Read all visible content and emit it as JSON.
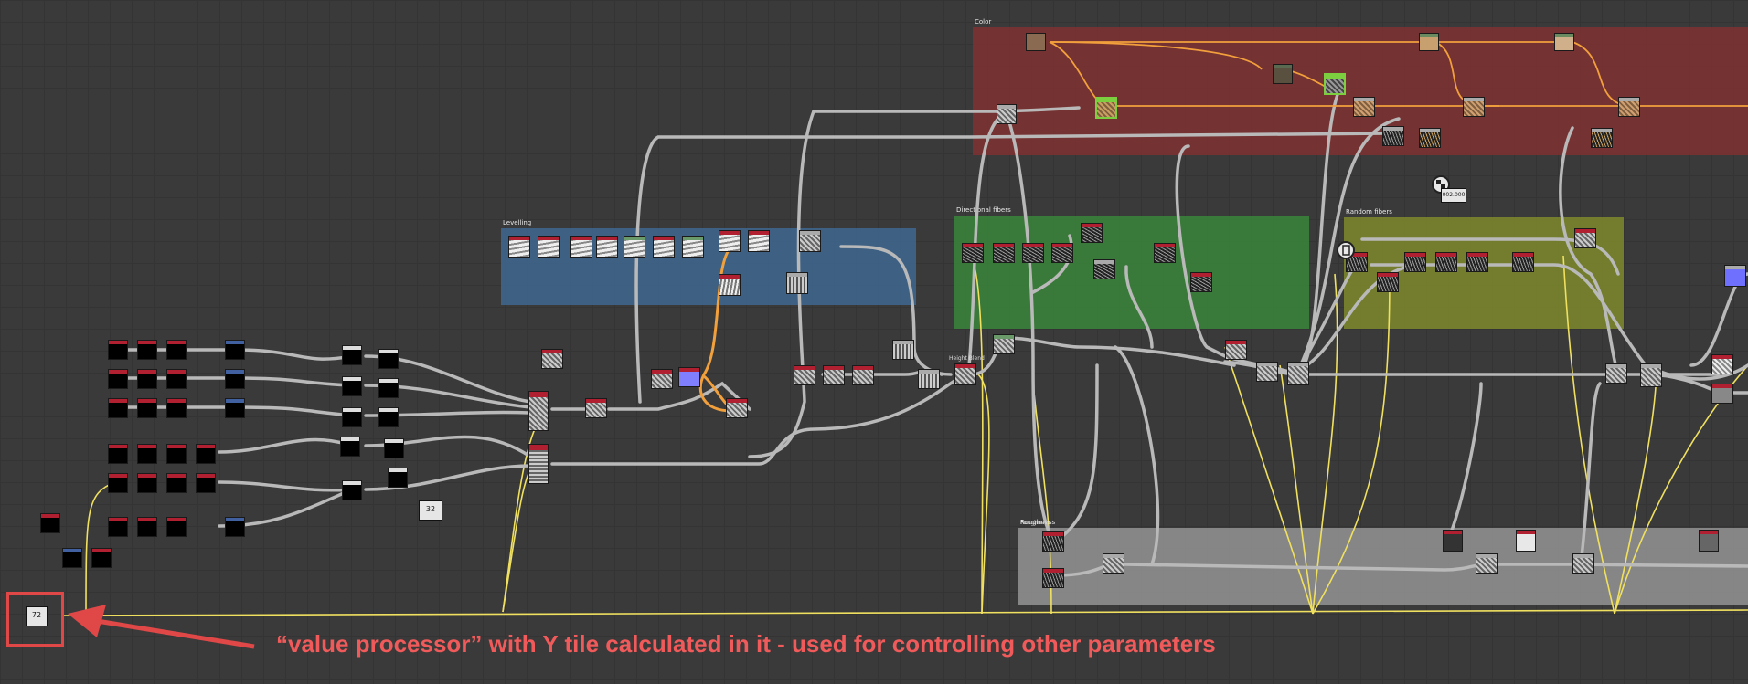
{
  "frames": {
    "color": "Color",
    "levelling": "Levelling",
    "directional": "Directional fibers",
    "random": "Random fibers",
    "roughness": "Roughness",
    "height_blend": "Height Blend"
  },
  "value_nodes": {
    "tile_value": "72",
    "count_value": "32",
    "pin_value": "002.000"
  },
  "annotation": {
    "text": "“value processor” with Y tile calculated in it - used for controlling other parameters"
  },
  "colors": {
    "frame_color": "#8a3030",
    "frame_levelling": "#3f6a96",
    "frame_directional": "#3a8a3a",
    "frame_random": "#7e8a2c",
    "frame_roughness": "#9a9a9a",
    "wire_grey": "#b9b9b9",
    "wire_orange": "#f2a03c",
    "wire_yellow": "#f0e060",
    "annotation_red": "#f05a5a"
  },
  "icons": [
    "comment-pin-icon",
    "document-pin-icon",
    "graph-node-icon"
  ]
}
